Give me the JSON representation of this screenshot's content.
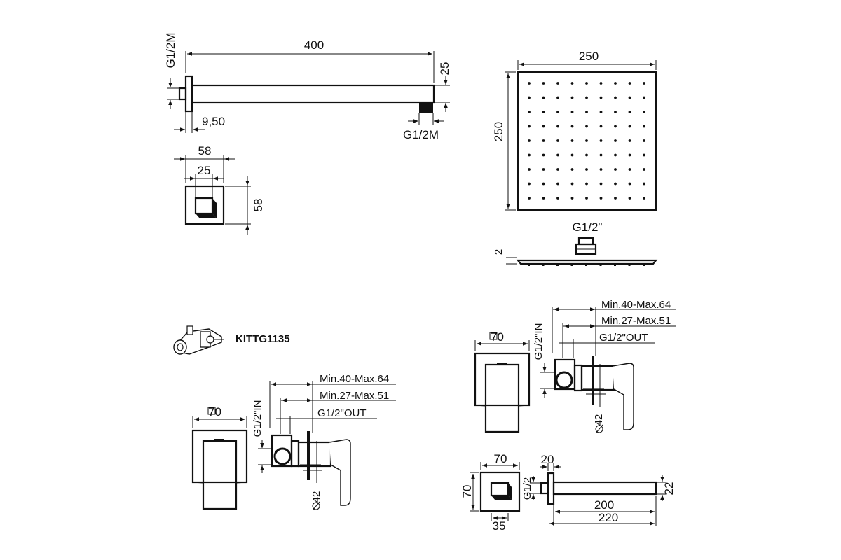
{
  "arm_side": {
    "length": "400",
    "thread_left": "G1/2M",
    "height": "25",
    "offset": "9,50",
    "thread_right": "G1/2M"
  },
  "arm_flange": {
    "width": "58",
    "inner": "25",
    "height": "58"
  },
  "head_top": {
    "width": "250",
    "height": "250"
  },
  "head_side": {
    "connection": "G1/2\"",
    "thickness": "2"
  },
  "kit": {
    "code": "KITTG1135"
  },
  "mixer_left": {
    "plate": "70",
    "depth_max": "Min.40-Max.64",
    "depth_min": "Min.27-Max.51",
    "inlet": "G1/2\"IN",
    "outlet": "G1/2\"OUT",
    "diameter": "42"
  },
  "mixer_right": {
    "plate": "70",
    "depth_max": "Min.40-Max.64",
    "depth_min": "Min.27-Max.51",
    "inlet": "G1/2\"IN",
    "outlet": "G1/2\"OUT",
    "diameter": "42"
  },
  "spout": {
    "width": "70",
    "height": "70",
    "inner": "35",
    "collar": "20",
    "thread": "G1/2",
    "thickness": "22",
    "length_inner": "200",
    "length_total": "220"
  }
}
